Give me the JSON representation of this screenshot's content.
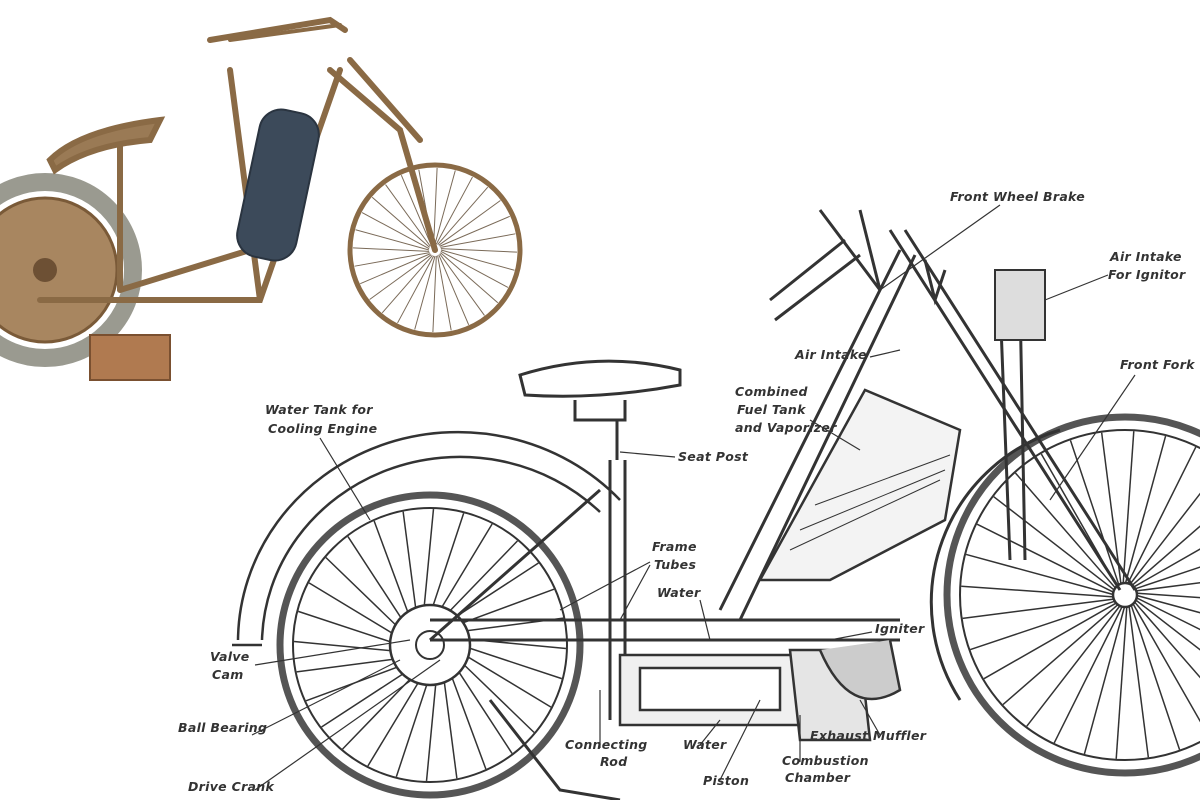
{
  "labels": {
    "front_wheel_brake": "Front Wheel Brake",
    "air_intake_igniter_1": "Air Intake",
    "air_intake_igniter_2": "For Ignitor",
    "front_fork": "Front Fork",
    "air_intake": "Air Intake",
    "fuel_tank_1": "Combined",
    "fuel_tank_2": "Fuel Tank",
    "fuel_tank_3": "and Vaporizer",
    "water_tank_1": "Water Tank for",
    "water_tank_2": "Cooling Engine",
    "seat_post": "Seat Post",
    "frame_tubes_1": "Frame",
    "frame_tubes_2": "Tubes",
    "water_upper": "Water",
    "igniter": "Igniter",
    "valve_cam_1": "Valve",
    "valve_cam_2": "Cam",
    "ball_bearing": "Ball Bearing",
    "drive_crank": "Drive Crank",
    "connecting_rod_1": "Connecting",
    "connecting_rod_2": "Rod",
    "water_lower": "Water",
    "piston": "Piston",
    "combustion_chamber_1": "Combustion",
    "combustion_chamber_2": "Chamber",
    "exhaust_muffler": "Exhaust Muffler"
  },
  "colors": {
    "ink": "#333333",
    "rust": "#8a6a45",
    "tank": "#3c4a5a",
    "tire": "#9a9a90"
  }
}
